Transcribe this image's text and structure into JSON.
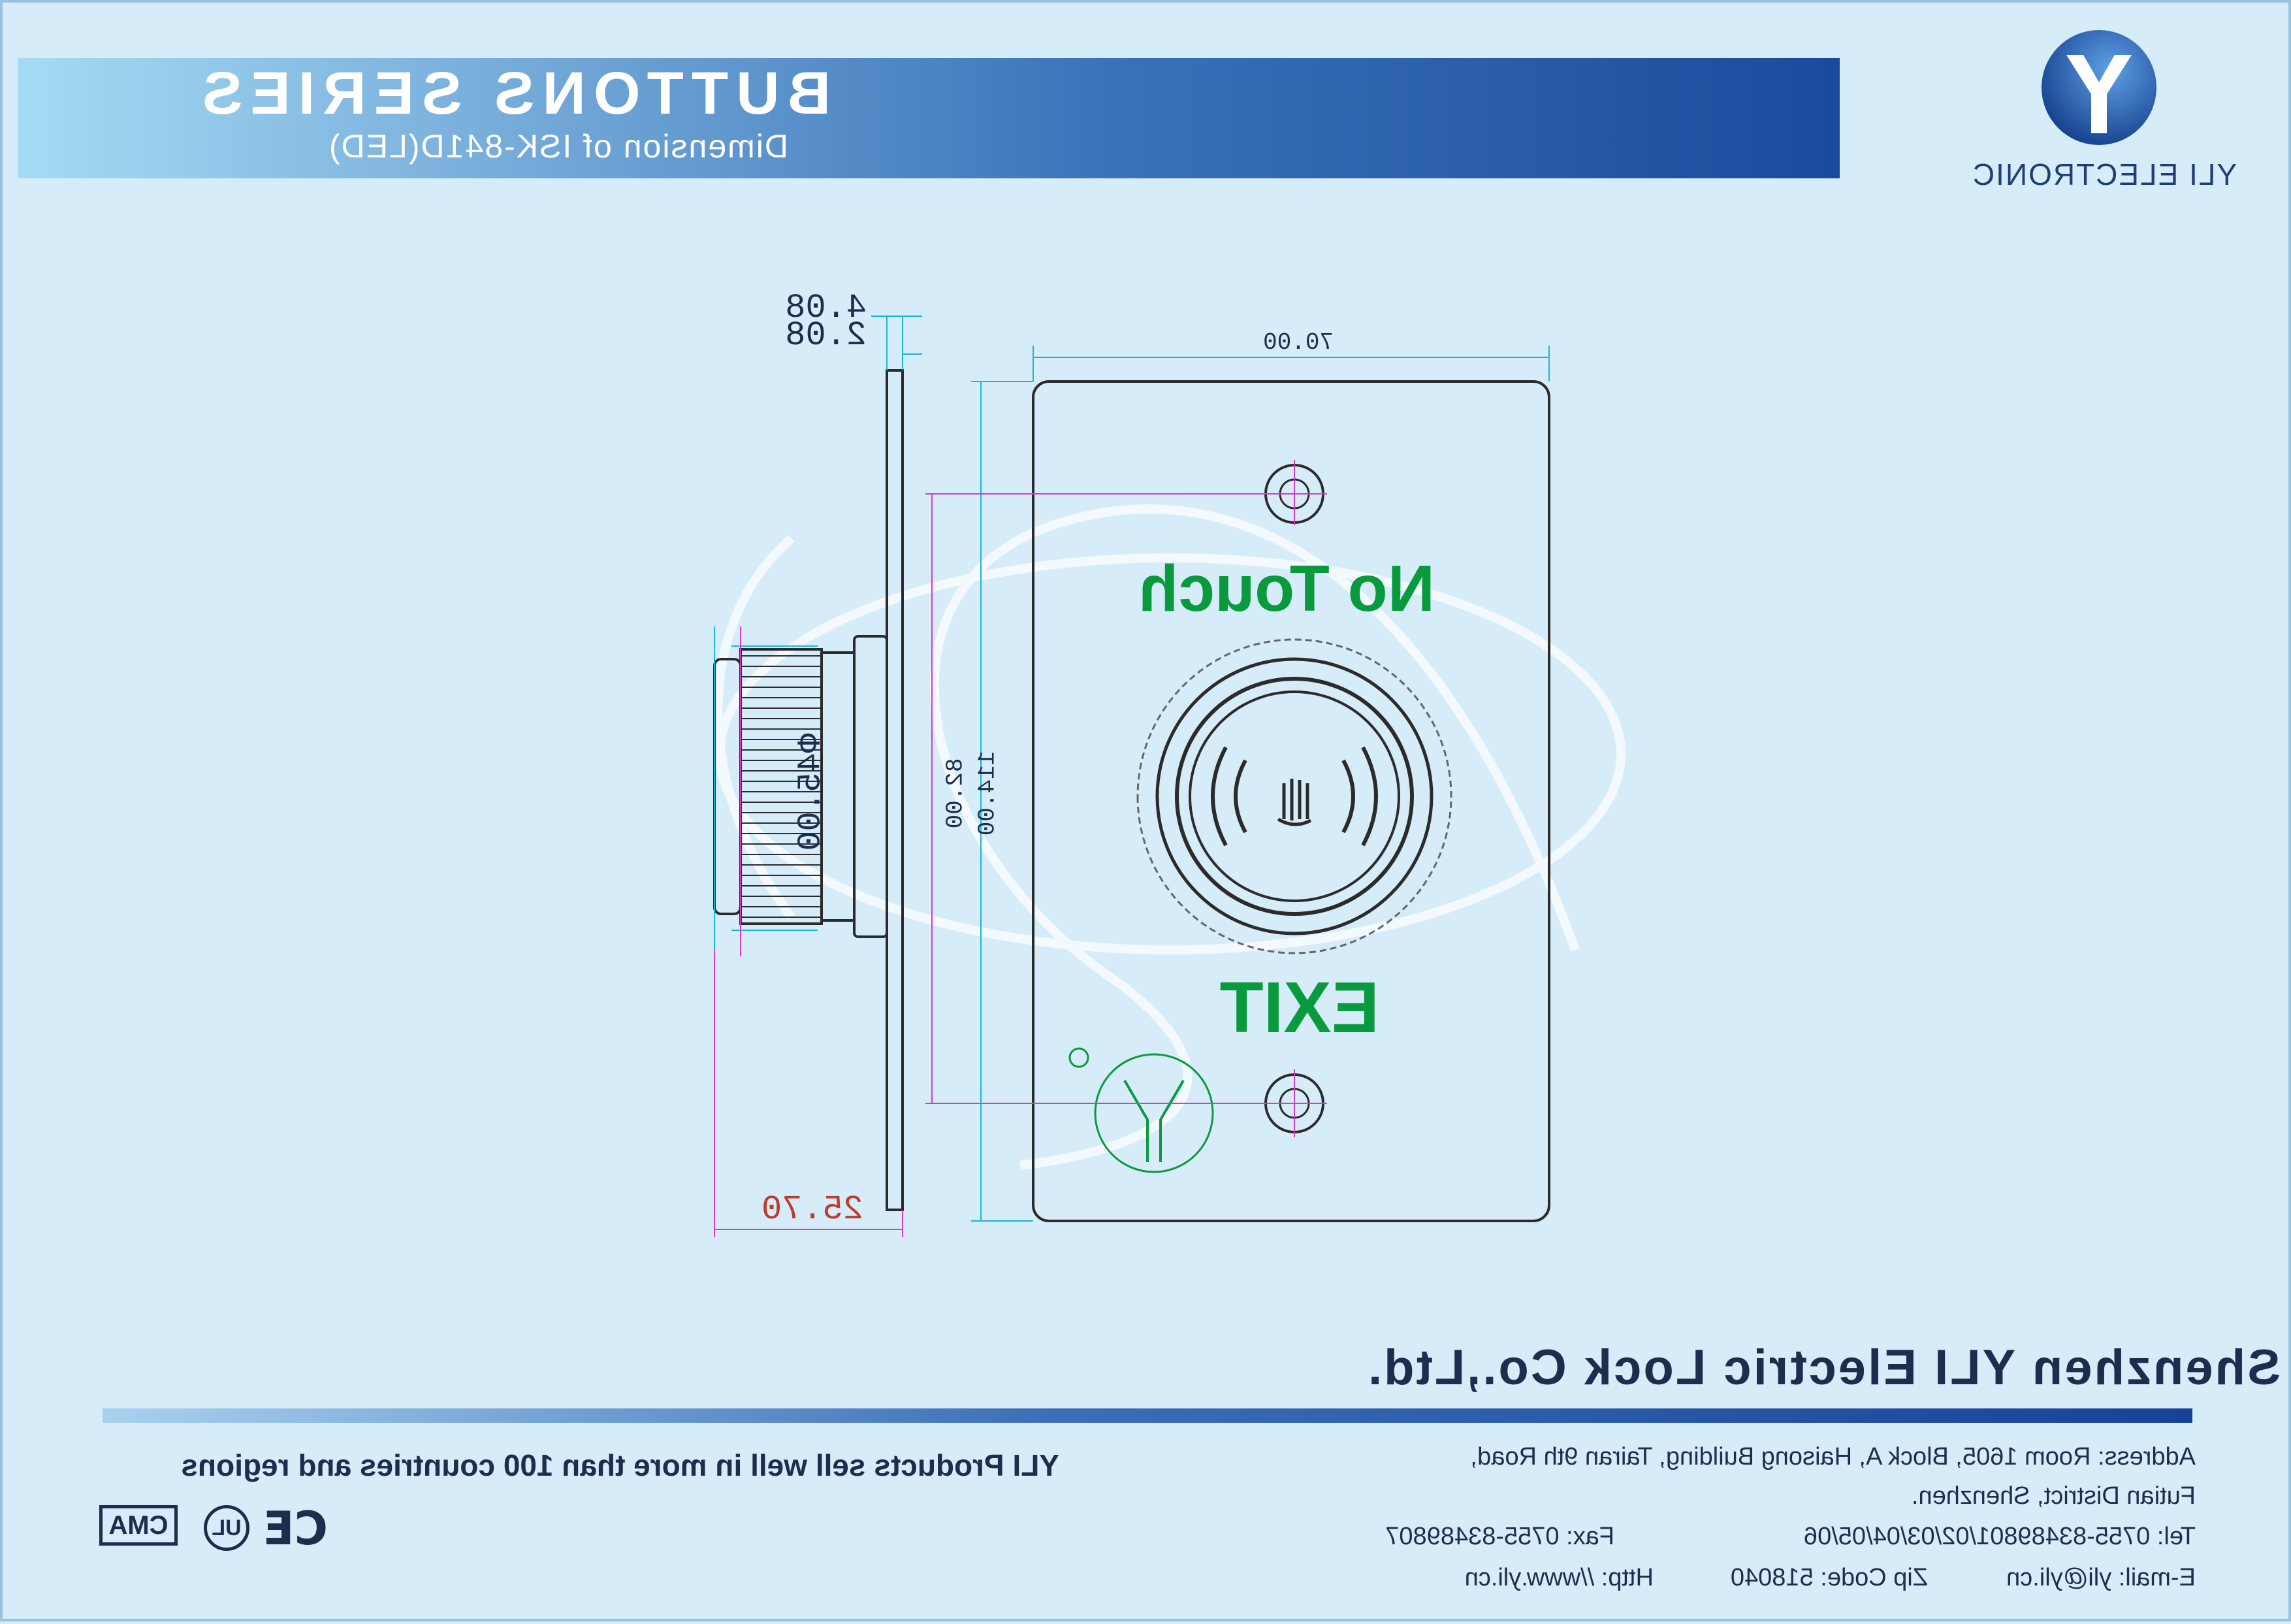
{
  "header": {
    "title": "BUTTONS SERIES",
    "subtitle": "Dimension of ISK-841D(LED)"
  },
  "brand": {
    "logo_text": "YLI ELECTRONIC",
    "logo_icon": "yli-y-logo-icon",
    "accent_color": "#1a4a9d",
    "label_color": "#0a9a3e"
  },
  "drawing": {
    "panel_width": "70.00",
    "panel_height": "114.00",
    "hole_spacing": "82.00",
    "plate_thickness_a": "4.08",
    "plate_thickness_b": "2.08",
    "body_depth": "25.70",
    "thread_diameter": "Φ45.00",
    "top_label": "No Touch",
    "bottom_label": "EXIT"
  },
  "footer": {
    "company": "Shenzhen YLI Electric Lock Co.,Ltd.",
    "slogan": "YLI Products sell well in more than 100 countries and regions",
    "address_line1": "Address: Room 1605, Block A, Haisong Building, Tairan 9th Road,",
    "address_line2": "Futian District, Shenzhen.",
    "tel": "Tel: 0755-83489801/02/03/04/05/06",
    "fax": "Fax: 0755-83489807",
    "email": "E-mail: yli@yli.cn",
    "zip": "Zip Code: 518040",
    "http": "Http: //www.yli.cn",
    "certifications": [
      "CE",
      "UL",
      "CMA"
    ]
  }
}
